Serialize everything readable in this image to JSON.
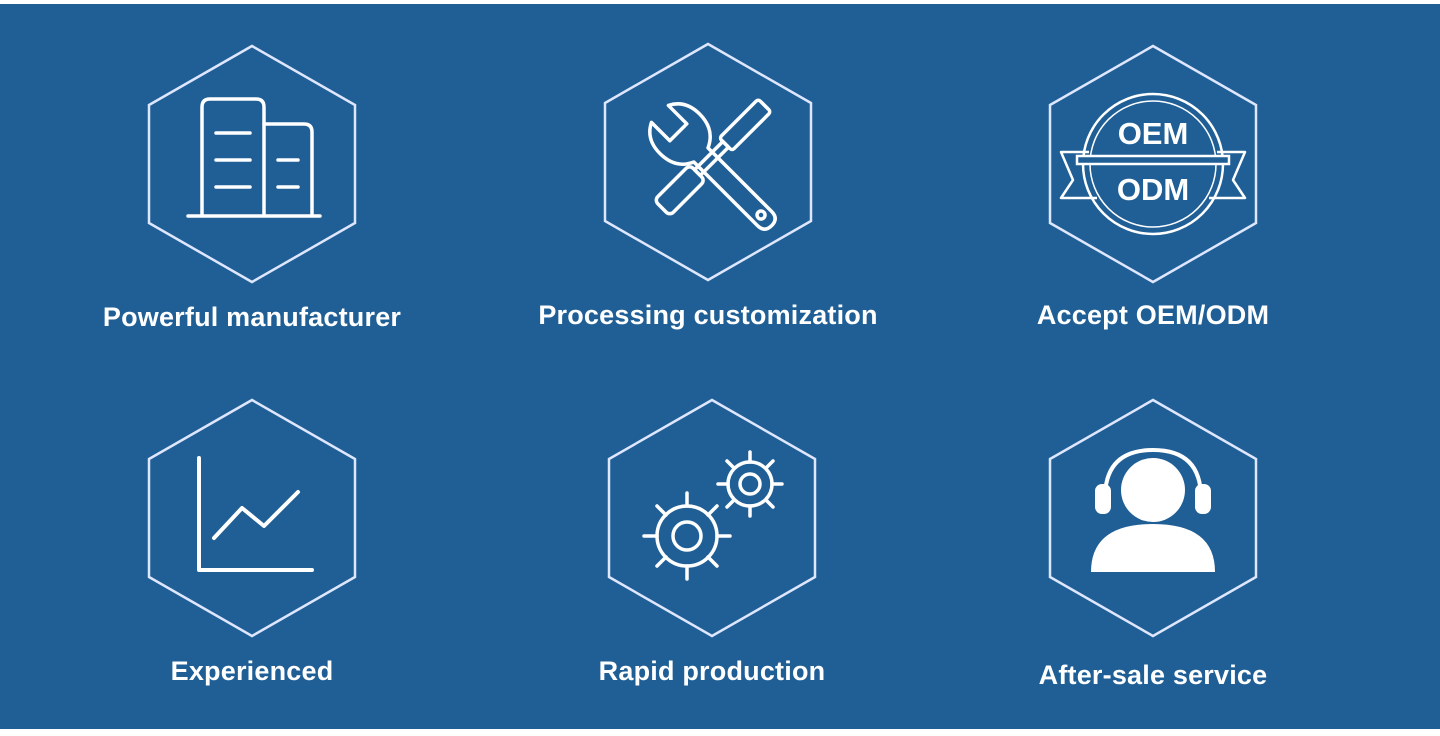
{
  "colors": {
    "background": "#1f5f96",
    "stroke": "#ffffff",
    "hex_stroke": "#dfe7ff"
  },
  "features": [
    {
      "label": "Powerful manufacturer",
      "icon": "buildings-icon"
    },
    {
      "label": "Processing customization",
      "icon": "tools-icon"
    },
    {
      "label": "Accept OEM/ODM",
      "icon": "oem-odm-badge-icon",
      "badge_top": "OEM",
      "badge_bottom": "ODM"
    },
    {
      "label": "Experienced",
      "icon": "line-chart-icon"
    },
    {
      "label": "Rapid production",
      "icon": "gears-icon"
    },
    {
      "label": "After-sale service",
      "icon": "headset-user-icon"
    }
  ]
}
